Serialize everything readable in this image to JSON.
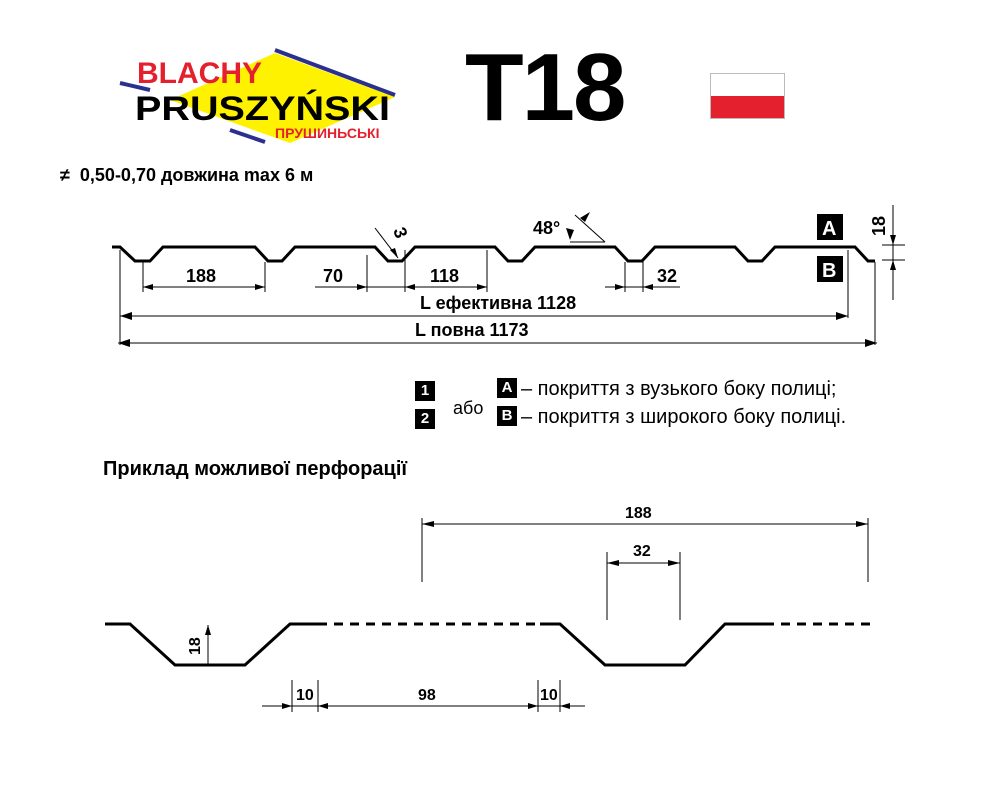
{
  "logo": {
    "line1": "BLACHY",
    "line2": "PRUSZYŃSKI",
    "line3": "ПРУШИНЬСЬКІ"
  },
  "title": "T18",
  "flag_colors": {
    "top": "#ffffff",
    "bottom": "#e5202e"
  },
  "thickness_symbol": "≠",
  "thickness_text": "0,50-0,70 довжина max 6 м",
  "profile": {
    "dim_188": "188",
    "dim_70": "70",
    "dim_118": "118",
    "dim_32": "32",
    "radius": "3",
    "angle": "48°",
    "height": "18",
    "l_effective": "L ефективна 1128",
    "l_full": "L повна 1173",
    "side_a": "A",
    "side_b": "B"
  },
  "legend": {
    "badge1": "1",
    "badge2": "2",
    "or": "або",
    "badgeA": "A",
    "badgeB": "B",
    "text_a": "– покриття з вузького боку полиці;",
    "text_b": "– покриття з широкого боку полиці."
  },
  "perforation": {
    "title": "Приклад можливої перфорації",
    "dim_188": "188",
    "dim_32": "32",
    "dim_18": "18",
    "dim_10a": "10",
    "dim_98": "98",
    "dim_10b": "10"
  }
}
